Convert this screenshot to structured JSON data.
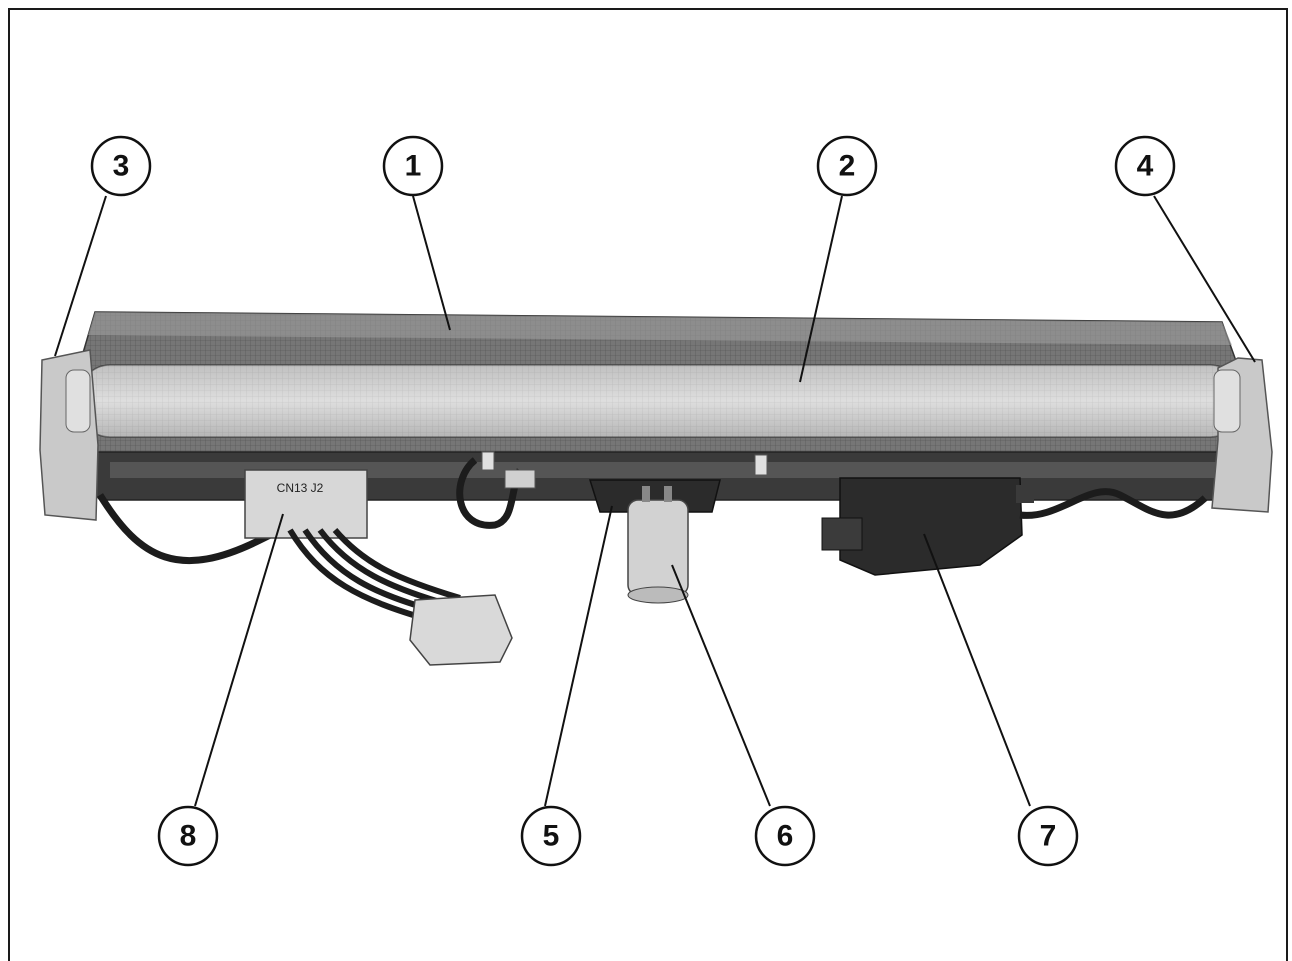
{
  "callouts": {
    "c1": "1",
    "c2": "2",
    "c3": "3",
    "c4": "4",
    "c5": "5",
    "c6": "6",
    "c7": "7",
    "c8": "8"
  },
  "connector_label": "CN13 J2",
  "colors": {
    "ink": "#111111",
    "reflector": "#7a7a7a",
    "lamp_tube": "#d4d4d4",
    "socket": "#bdbdbd",
    "harness": "#1c1c1c"
  }
}
